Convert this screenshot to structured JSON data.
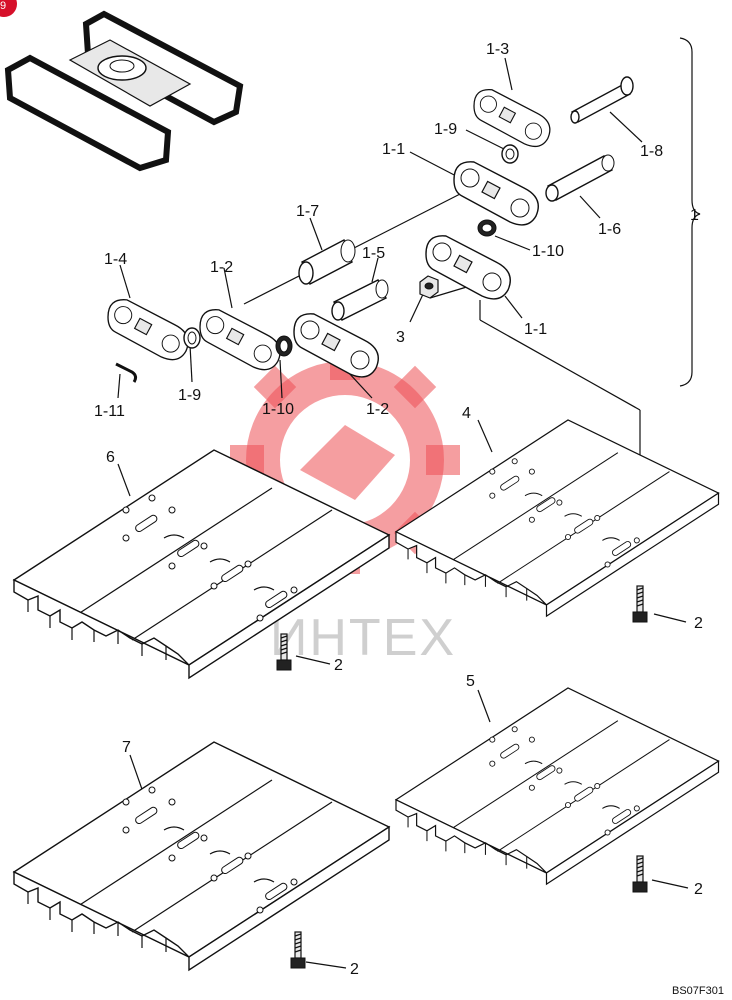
{
  "page": {
    "drawing_code": "BS07F301",
    "watermark": "ИНТЕХ",
    "badge": "9",
    "colors": {
      "ink": "#111111",
      "watermark_red": "#e8141b",
      "watermark_gray": "#cfcfcf",
      "badge": "#d6102a"
    }
  },
  "labels": {
    "l1_3": "1-3",
    "l1_9a": "1-9",
    "l1_8": "1-8",
    "l1_1a": "1-1",
    "l1": "1",
    "l1_6": "1-6",
    "l1_7": "1-7",
    "l1_10a": "1-10",
    "l1_4": "1-4",
    "l1_2a": "1-2",
    "l1_5": "1-5",
    "l3": "3",
    "l1_1b": "1-1",
    "l1_9b": "1-9",
    "l1_10b": "1-10",
    "l1_11": "1-11",
    "l1_2b": "1-2",
    "l4": "4",
    "l6": "6",
    "l2a": "2",
    "l2b": "2",
    "l5": "5",
    "l7": "7",
    "l2c": "2",
    "l2d": "2"
  }
}
